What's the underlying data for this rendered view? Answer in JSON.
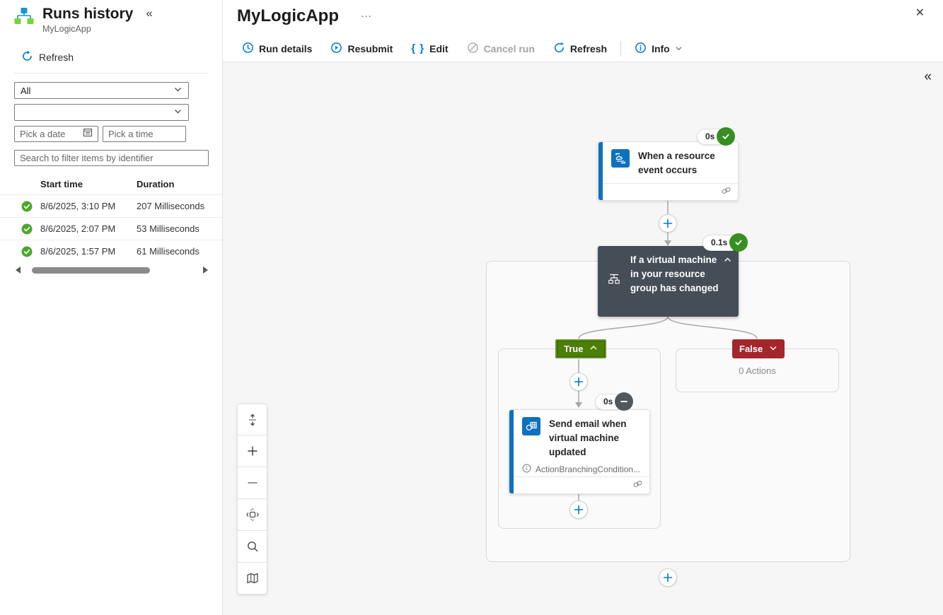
{
  "sidebar": {
    "title": "Runs history",
    "subtitle": "MyLogicApp",
    "collapse_icon": "«",
    "refresh_label": "Refresh",
    "filters": {
      "status_value": "All",
      "second_value": "",
      "date_placeholder": "Pick a date",
      "time_placeholder": "Pick a time",
      "search_placeholder": "Search to filter items by identifier"
    },
    "table": {
      "col_start": "Start time",
      "col_duration": "Duration",
      "rows": [
        {
          "status": "succeeded",
          "start": "8/6/2025, 3:10 PM",
          "duration": "207 Milliseconds"
        },
        {
          "status": "succeeded",
          "start": "8/6/2025, 2:07 PM",
          "duration": "53 Milliseconds"
        },
        {
          "status": "succeeded",
          "start": "8/6/2025, 1:57 PM",
          "duration": "61 Milliseconds"
        }
      ]
    }
  },
  "header": {
    "title": "MyLogicApp",
    "more_icon": "…",
    "close_icon": "✕"
  },
  "toolbar": {
    "run_details": "Run details",
    "resubmit": "Resubmit",
    "edit": "Edit",
    "edit_icon": "{ }",
    "cancel_run": "Cancel run",
    "refresh": "Refresh",
    "info": "Info"
  },
  "canvas": {
    "collapse_icon": "«",
    "trigger": {
      "title": "When a resource event occurs",
      "duration": "0s",
      "status": "succeeded"
    },
    "condition": {
      "title": "If a virtual machine in your resource group has changed",
      "duration": "0.1s",
      "status": "succeeded"
    },
    "true_branch": {
      "label": "True"
    },
    "false_branch": {
      "label": "False",
      "empty_text": "0 Actions"
    },
    "action": {
      "title": "Send email when virtual machine updated",
      "note": "ActionBranchingCondition...",
      "duration": "0s",
      "status": "skipped"
    },
    "colors": {
      "accent": "#0078d4",
      "node_accent": "#0e70c0",
      "success_green": "#368f1f",
      "skipped_gray": "#53565c",
      "true_badge": "#4c7f06",
      "false_badge": "#a4262c",
      "condition_node": "#454d57"
    }
  }
}
